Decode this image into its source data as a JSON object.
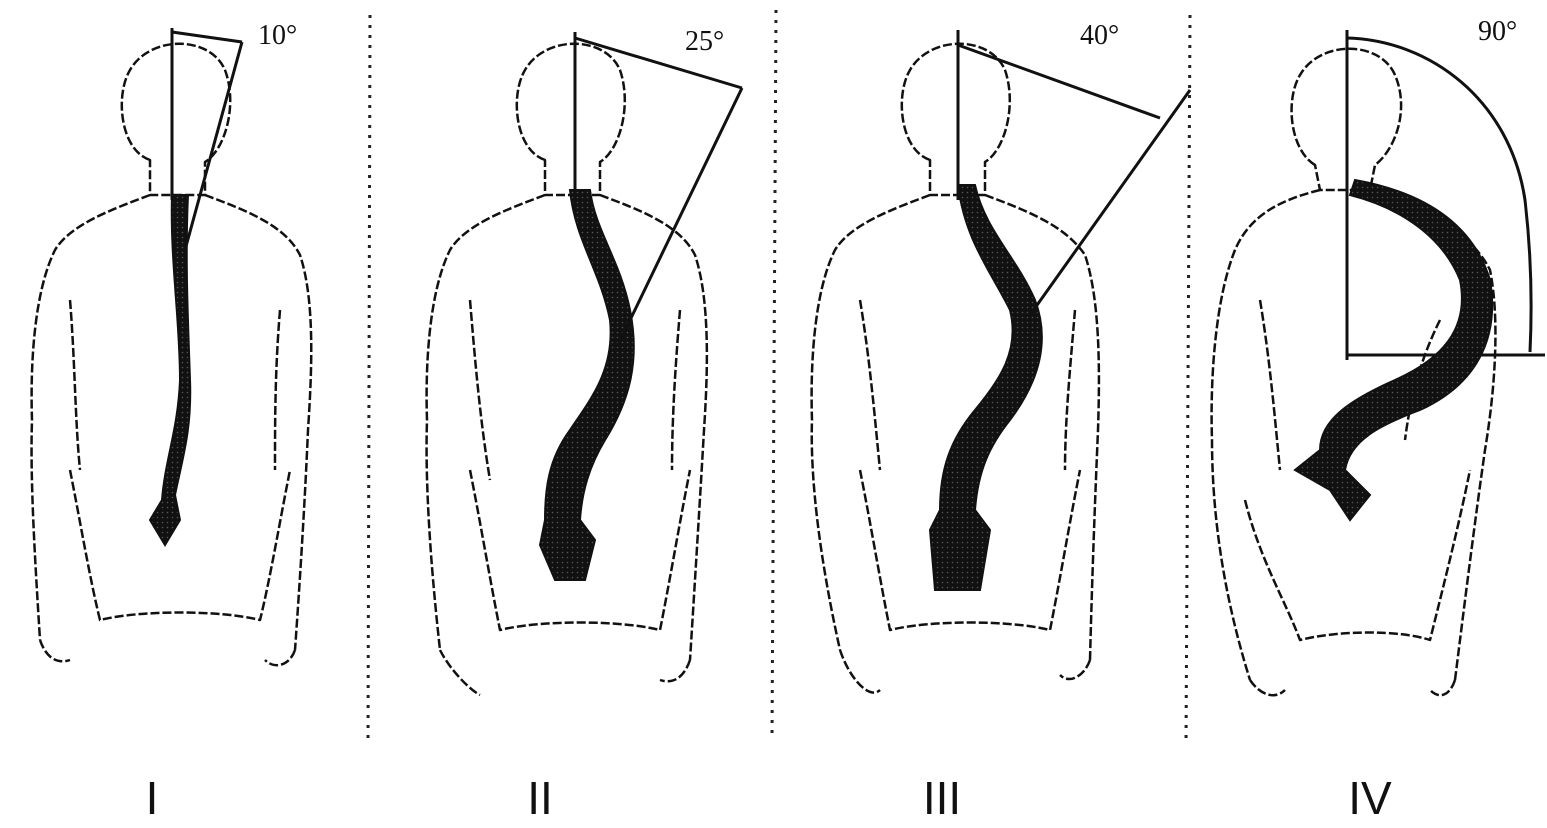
{
  "stages": [
    {
      "numeral": "I",
      "angle": "10°"
    },
    {
      "numeral": "II",
      "angle": "25°"
    },
    {
      "numeral": "III",
      "angle": "40°"
    },
    {
      "numeral": "IV",
      "angle": "90°"
    }
  ],
  "colors": {
    "ink": "#111111",
    "background": "#ffffff"
  }
}
